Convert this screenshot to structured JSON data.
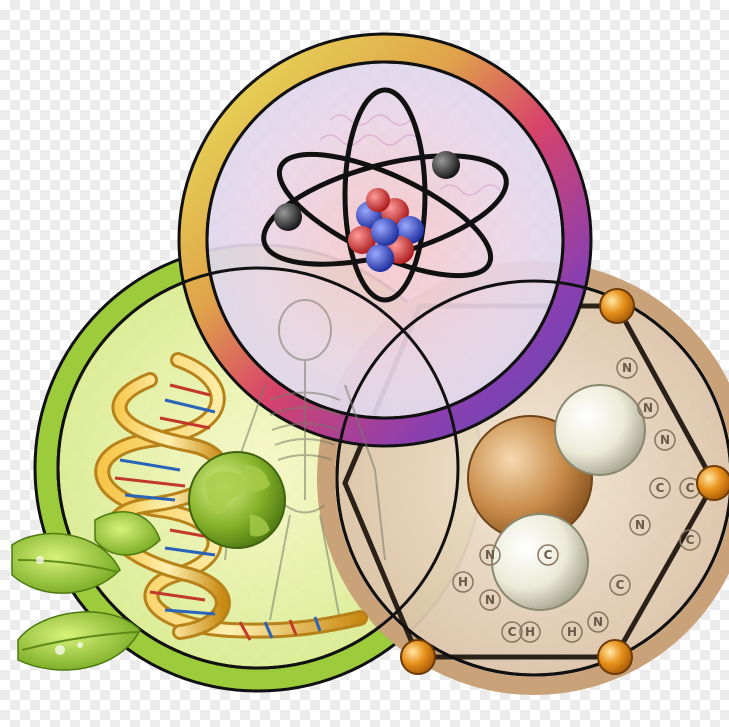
{
  "illustration": {
    "molecule_labels": [
      "N",
      "N",
      "N",
      "C",
      "C",
      "N",
      "C",
      "H",
      "C",
      "N",
      "C",
      "N",
      "H",
      "N",
      "C",
      "H"
    ],
    "colors": {
      "physics_ring": "#7b3fa8",
      "biology_ring": "#9ccc3c",
      "chemistry_ring": "#c9a27a",
      "outline": "#111111",
      "bead": "#e8921c"
    }
  }
}
